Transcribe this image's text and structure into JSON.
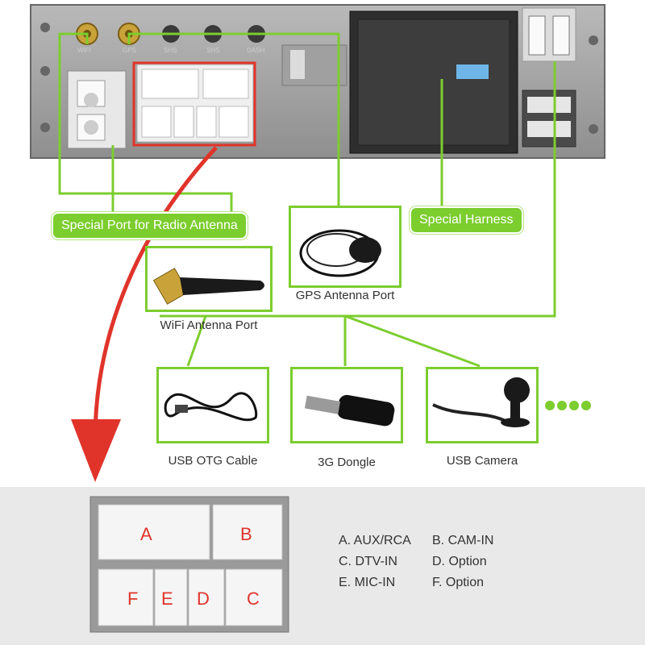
{
  "unit_labels": {
    "port1": "WIFI",
    "port2": "GPS",
    "port3": "SHS",
    "port4": "SHS",
    "port5": "DASH"
  },
  "callouts": {
    "radio_antenna": "Special Port for Radio Antenna",
    "special_harness": "Special Harness"
  },
  "accessories": {
    "gps": "GPS Antenna Port",
    "wifi": "WiFi Antenna Port",
    "usb_otg": "USB OTG Cable",
    "dongle": "3G Dongle",
    "camera": "USB Camera"
  },
  "connector_letters": {
    "a": "A",
    "b": "B",
    "c": "C",
    "d": "D",
    "e": "E",
    "f": "F"
  },
  "legend": {
    "a": "A. AUX/RCA",
    "b": "B. CAM-IN",
    "c": "C. DTV-IN",
    "d": "D. Option",
    "e": "E. MIC-IN",
    "f": "F. Option"
  },
  "colors": {
    "accent_green": "#7ccd2e",
    "highlight_red": "#e0342a"
  }
}
